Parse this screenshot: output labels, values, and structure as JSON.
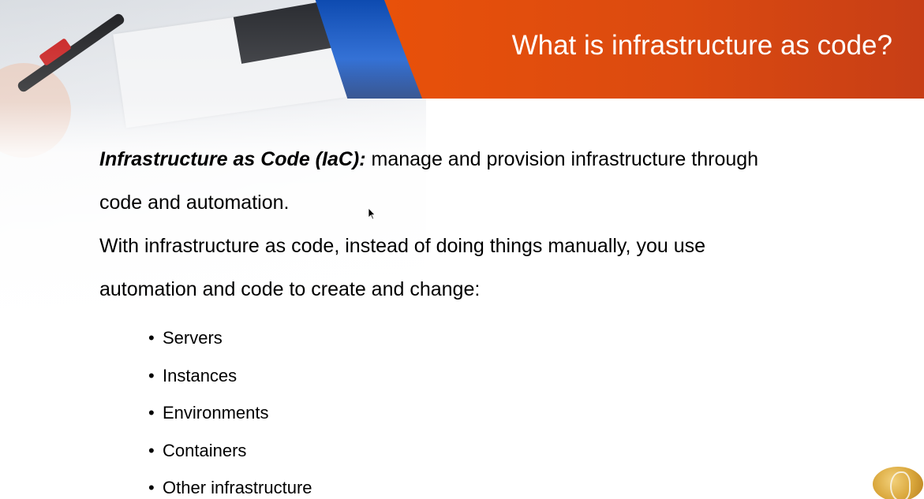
{
  "slide": {
    "title": "What is infrastructure as code?",
    "definition": {
      "term": "Infrastructure as Code (IaC):",
      "text_line1": " manage and provision infrastructure through",
      "text_line2": "code and automation."
    },
    "intro": {
      "line1": "With infrastructure as code, instead of doing things manually, you use",
      "line2": "automation and code to create and change:"
    },
    "bullets": [
      "Servers",
      "Instances",
      "Environments",
      "Containers",
      "Other infrastructure"
    ],
    "bullet_symbol": "•"
  },
  "colors": {
    "banner_orange": "#e8510a",
    "banner_text": "#ffffff",
    "body_text": "#000000"
  },
  "icons": {
    "cursor": "arrow-cursor-icon",
    "logo": "gold-face-logo-icon"
  }
}
